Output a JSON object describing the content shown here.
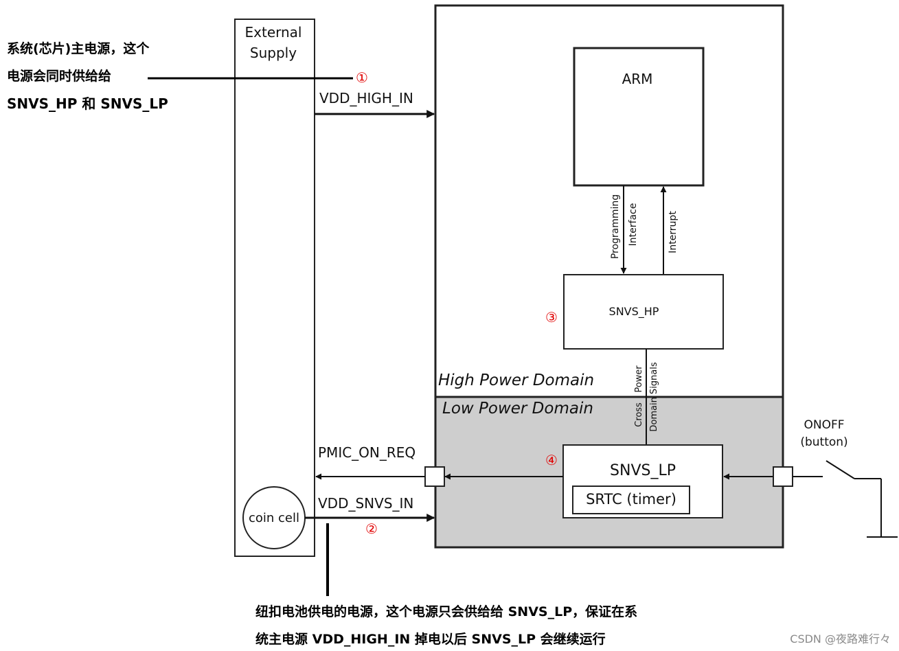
{
  "blocks": {
    "external_supply": [
      "External",
      "Supply"
    ],
    "coin_cell": "coin cell",
    "arm": "ARM",
    "snvs_hp": "SNVS_HP",
    "snvs_lp": "SNVS_LP",
    "srtc": "SRTC (timer)",
    "onoff": [
      "ONOFF",
      "(button)"
    ]
  },
  "domains": {
    "high": "High Power Domain",
    "low": "Low Power Domain"
  },
  "signals": {
    "vdd_high_in": "VDD_HIGH_IN",
    "pmic_on_req": "PMIC_ON_REQ",
    "vdd_snvs_in": "VDD_SNVS_IN",
    "programming_interface": [
      "Programming",
      "Interface"
    ],
    "interrupt": "Interrupt",
    "cross_power": [
      "Cross",
      "Power",
      "Domain Signals"
    ]
  },
  "markers": {
    "m1": "①",
    "m2": "②",
    "m3": "③",
    "m4": "④"
  },
  "annotations": {
    "top_left": [
      "系统(芯片)主电源，这个",
      "电源会同时供给给",
      "SNVS_HP 和 SNVS_LP"
    ],
    "bottom": [
      "纽扣电池供电的电源，这个电源只会供给给 SNVS_LP，保证在系",
      "统主电源 VDD_HIGH_IN 掉电以后 SNVS_LP 会继续运行"
    ]
  },
  "watermark": "CSDN @夜路难行々",
  "colors": {
    "low_power_fill": "#cecece",
    "marker_red": "#e00000",
    "line": "#111111"
  }
}
